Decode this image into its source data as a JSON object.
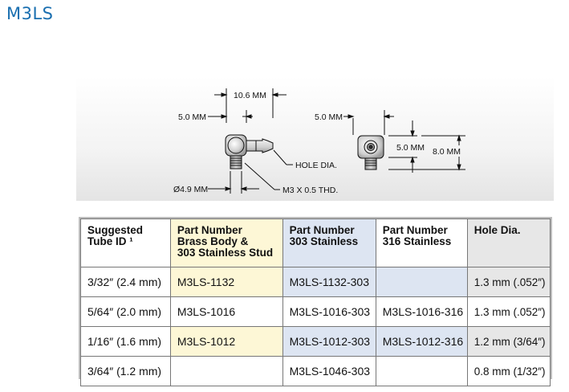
{
  "page": {
    "title": "M3LS"
  },
  "drawing": {
    "labels": {
      "width_top": "10.6 MM",
      "left_5mm": "5.0 MM",
      "hole_dia": "HOLE DIA.",
      "diameter": "Ø4.9 MM",
      "thread": "M3 X 0.5 THD.",
      "right_5mm": "5.0 MM",
      "right_inner_5mm": "5.0 MM",
      "height_8mm": "8.0 MM"
    }
  },
  "table": {
    "headers": [
      {
        "line1": "Suggested",
        "line2": "Tube ID ¹",
        "line3": ""
      },
      {
        "line1": "Part Number",
        "line2": "Brass Body &",
        "line3": "303 Stainless Stud"
      },
      {
        "line1": "Part Number",
        "line2": "303 Stainless",
        "line3": ""
      },
      {
        "line1": "Part Number",
        "line2": "316 Stainless",
        "line3": ""
      },
      {
        "line1": "Hole Dia.",
        "line2": "",
        "line3": ""
      }
    ],
    "rows": [
      {
        "tube": "3/32″ (2.4 mm)",
        "brass": "M3LS-1132",
        "ss303": "M3LS-1132-303",
        "ss316": "",
        "hole": "1.3 mm (.052″)"
      },
      {
        "tube": "5/64″ (2.0 mm)",
        "brass": "M3LS-1016",
        "ss303": "M3LS-1016-303",
        "ss316": "M3LS-1016-316",
        "hole": "1.3 mm (.052″)"
      },
      {
        "tube": "1/16″ (1.6 mm)",
        "brass": "M3LS-1012",
        "ss303": "M3LS-1012-303",
        "ss316": "M3LS-1012-316",
        "hole": "1.2 mm (3/64″)"
      },
      {
        "tube": "3/64″ (1.2 mm)",
        "brass": "",
        "ss303": "M3LS-1046-303",
        "ss316": "",
        "hole": "0.8 mm (1/32″)"
      }
    ]
  }
}
